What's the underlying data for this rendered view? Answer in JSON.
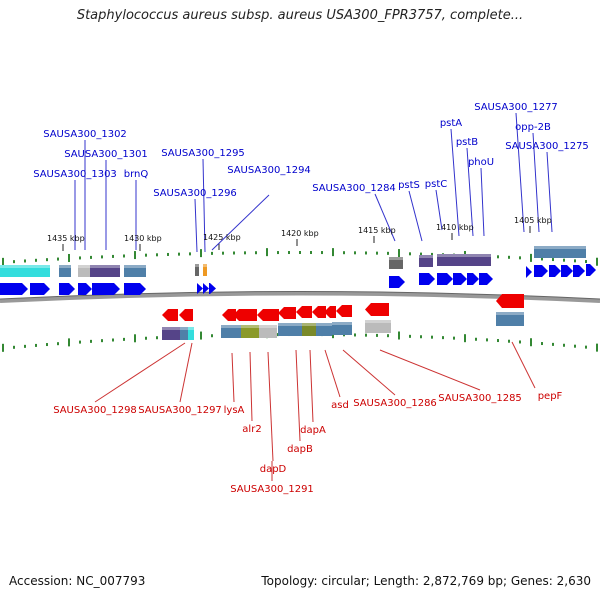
{
  "header": {
    "title": "Staphylococcus aureus subsp. aureus USA300_FPR3757, complete..."
  },
  "footer": {
    "accession": "Accession: NC_007793",
    "summary": "Topology: circular; Length: 2,872,769 bp; Genes: 2,630"
  },
  "colors": {
    "forward_strand": "#0000ee",
    "reverse_strand": "#ee0000",
    "forward_label": "#0000cc",
    "reverse_label": "#cc0000",
    "tick": "#338833",
    "backbone": "#888888"
  },
  "scale": {
    "ticks": [
      {
        "label": "1435 kbp"
      },
      {
        "label": "1430 kbp"
      },
      {
        "label": "1425 kbp"
      },
      {
        "label": "1420 kbp"
      },
      {
        "label": "1415 kbp"
      },
      {
        "label": "1410 kbp"
      },
      {
        "label": "1405 kbp"
      }
    ]
  },
  "forward_genes": [
    {
      "label": "SAUSA300_1303"
    },
    {
      "label": "SAUSA300_1302"
    },
    {
      "label": "SAUSA300_1301"
    },
    {
      "label": "brnQ"
    },
    {
      "label": "SAUSA300_1296"
    },
    {
      "label": "SAUSA300_1295"
    },
    {
      "label": "SAUSA300_1294"
    },
    {
      "label": "SAUSA300_1284"
    },
    {
      "label": "pstS"
    },
    {
      "label": "pstC"
    },
    {
      "label": "pstA"
    },
    {
      "label": "pstB"
    },
    {
      "label": "phoU"
    },
    {
      "label": "SAUSA300_1277"
    },
    {
      "label": "opp-2B"
    },
    {
      "label": "SAUSA300_1275"
    }
  ],
  "reverse_genes": [
    {
      "label": "SAUSA300_1298"
    },
    {
      "label": "SAUSA300_1297"
    },
    {
      "label": "lysA"
    },
    {
      "label": "alr2"
    },
    {
      "label": "dapD"
    },
    {
      "label": "SAUSA300_1291"
    },
    {
      "label": "dapB"
    },
    {
      "label": "dapA"
    },
    {
      "label": "asd"
    },
    {
      "label": "SAUSA300_1286"
    },
    {
      "label": "SAUSA300_1285"
    },
    {
      "label": "pepF"
    }
  ]
}
